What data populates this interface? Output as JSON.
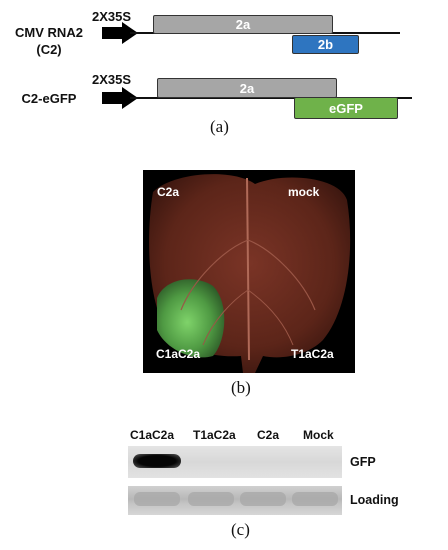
{
  "panel_a": {
    "constructs": [
      {
        "name": "CMV RNA2\n(C2)",
        "promoter": "2X35S",
        "genes": [
          {
            "label": "2a",
            "color": "#a6a6a6"
          },
          {
            "label": "2b",
            "color": "#2e75c0"
          }
        ]
      },
      {
        "name": "C2-eGFP",
        "promoter": "2X35S",
        "genes": [
          {
            "label": "2a",
            "color": "#a6a6a6"
          },
          {
            "label": "eGFP",
            "color": "#6fb24a"
          }
        ]
      }
    ],
    "letter": "(a)"
  },
  "panel_b": {
    "labels": {
      "top_left": "C2a",
      "top_right": "mock",
      "bottom_left": "C1aC2a",
      "bottom_right": "T1aC2a"
    },
    "letter": "(b)"
  },
  "panel_c": {
    "lanes": [
      "C1aC2a",
      "T1aC2a",
      "C2a",
      "Mock"
    ],
    "rows": [
      {
        "label": "GFP",
        "band_intensity": [
          1,
          0,
          0,
          0
        ]
      },
      {
        "label": "Loading",
        "band_intensity": [
          0.5,
          0.5,
          0.5,
          0.5
        ]
      }
    ],
    "letter": "(c)"
  }
}
